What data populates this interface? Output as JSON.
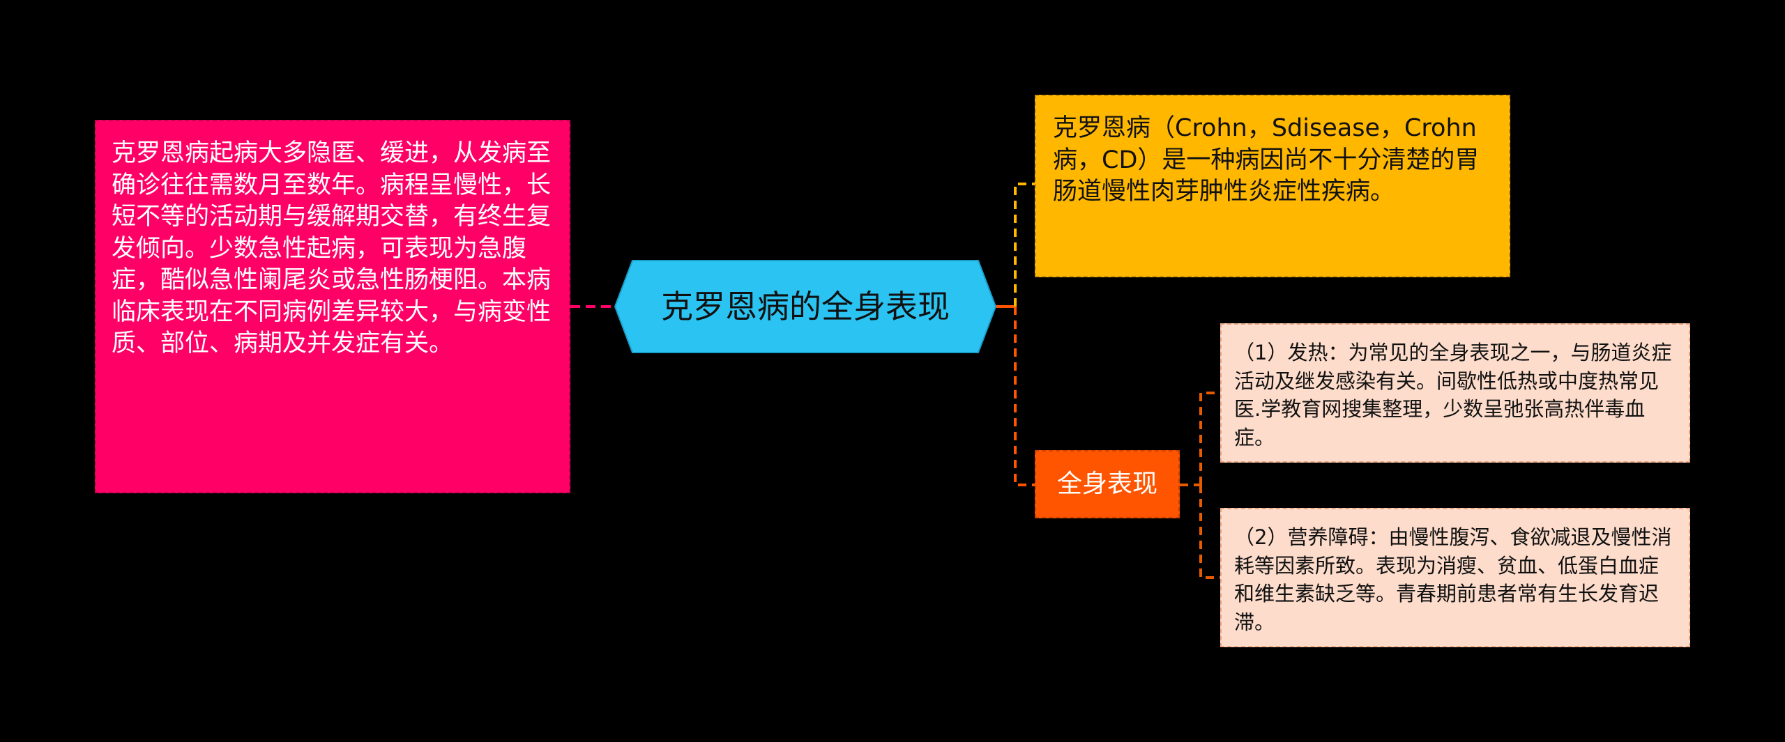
{
  "root": {
    "label": "克罗恩病的全身表现"
  },
  "left_node": {
    "text": "克罗恩病起病大多隐匿、缓进，从发病至确诊往往需数月至数年。病程呈慢性，长短不等的活动期与缓解期交替，有终生复发倾向。少数急性起病，可表现为急腹症，酷似急性阑尾炎或急性肠梗阻。本病临床表现在不同病例差异较大，与病变性质、部位、病期及并发症有关。"
  },
  "top_node": {
    "text": "克罗恩病（Crohn，Sdisease，Crohn病，CD）是一种病因尚不十分清楚的胃肠道慢性肉芽肿性炎症性疾病。"
  },
  "mid_node": {
    "label": "全身表现"
  },
  "leaves": [
    {
      "text": "（1）发热：为常见的全身表现之一，与肠道炎症活动及继发感染有关。间歇性低热或中度热常见医.学教育网搜集整理，少数呈弛张高热伴毒血症。"
    },
    {
      "text": "（2）营养障碍：由慢性腹泻、食欲减退及慢性消耗等因素所致。表现为消瘦、贫血、低蛋白血症和维生素缺乏等。青春期前患者常有生长发育迟滞。"
    }
  ],
  "colors": {
    "background": "#000000",
    "root_fill": "#2BC4F2",
    "left_fill": "#FF0066",
    "top_fill": "#FFB700",
    "mid_fill": "#FF5500",
    "leaf_fill": "#FDDCCB",
    "left_connector": "#FF0066",
    "top_connector": "#FFB700",
    "mid_connector": "#FF5500",
    "leaf_connector": "#E65A00"
  }
}
